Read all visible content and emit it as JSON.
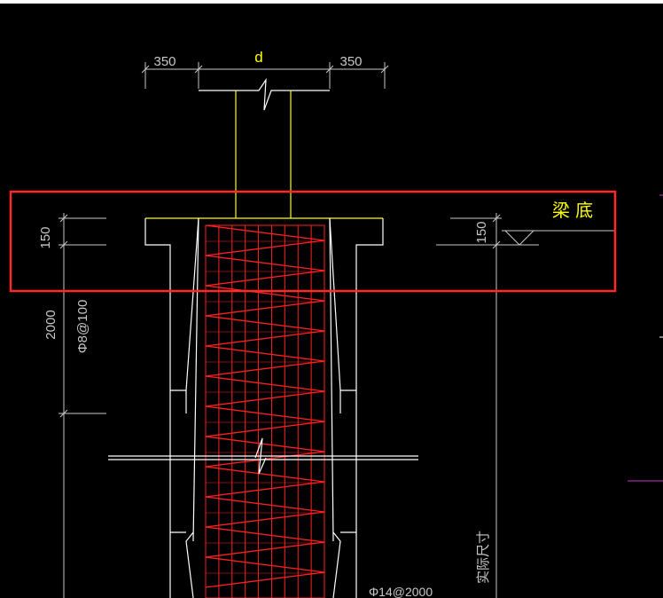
{
  "drawing": {
    "dim_left": "350",
    "dim_center": "d",
    "dim_right": "350",
    "dim_left_150": "150",
    "dim_right_150": "150",
    "dim_2000": "2000",
    "rebar_note": "Φ8@100",
    "beam_bottom_label": "梁 底",
    "actual_size_label": "实际尺寸",
    "bottom_note": "Φ14@2000"
  },
  "colors": {
    "background": "#000000",
    "frame": "#ffffff",
    "yellow": "#ffff00",
    "dim_gray": "#c8c8c8",
    "rebar_red": "#ff2020",
    "highlight_box": "#ff2b2b",
    "magenta": "#cc33cc"
  }
}
